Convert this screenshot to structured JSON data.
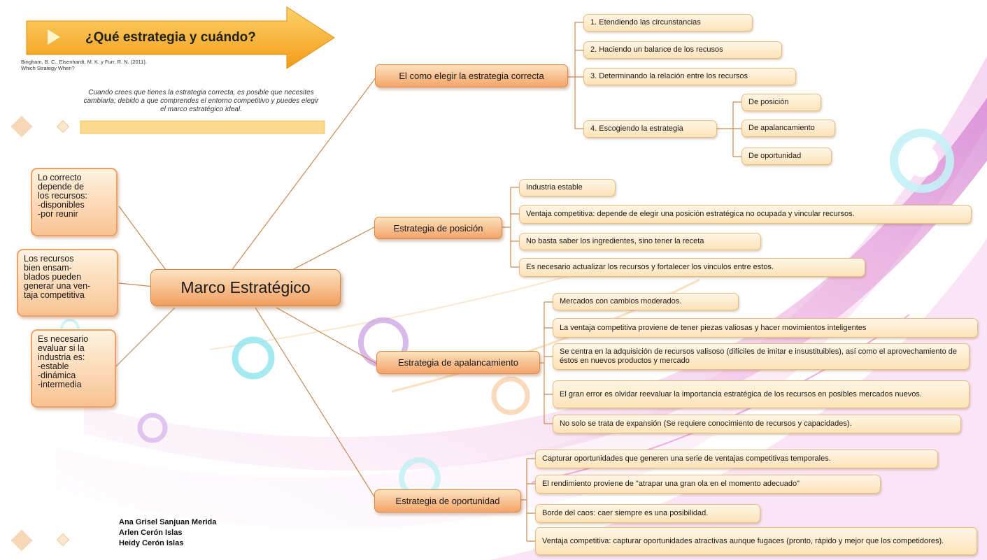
{
  "title": "¿Qué estrategia y cuándo?",
  "citation": "Bingham, B. C., Eisenhardt,  M. K. y Furr, R. N. (2011). Which Strategy When?",
  "quote": "Cuando crees que tienes la estrategia correcta, es posible que necesites cambiarla; debido a que comprendes el entorno competitivo y puedes elegir el marco estratégico ideal.",
  "central": "Marco Estratégico",
  "side_notes": [
    [
      "Lo correcto",
      "depende de",
      "los recursos:",
      "-disponibles",
      "-por reunir"
    ],
    [
      "Los recursos",
      "bien ensam-",
      "blados pueden",
      "generar una ven-",
      "taja competitiva"
    ],
    [
      "Es necesario",
      "evaluar si la",
      "industria es:",
      "-estable",
      "-dinámica",
      "-intermedia"
    ]
  ],
  "branches": [
    {
      "label": "El como elegir la estrategia correcta",
      "items": [
        "1. Etendiendo las circunstancias",
        "2. Haciendo un balance de los recusos",
        "3. Determinando la relación entre los recursos",
        "4. Escogiendo la estrategia"
      ],
      "subitems": [
        "De posición",
        "De apalancamiento",
        "De oportunidad"
      ]
    },
    {
      "label": "Estrategia de posición",
      "items": [
        "Industria estable",
        "Ventaja competitiva: depende de elegir una posición estratégica no ocupada y vincular recursos.",
        "No basta saber los ingredientes, sino tener la receta",
        "Es necesario actualizar los recursos y fortalecer los vinculos entre estos."
      ]
    },
    {
      "label": "Estrategia de apalancamiento",
      "items": [
        "Mercados con cambios moderados.",
        "La ventaja competitiva proviene de tener piezas valiosas y hacer movimientos inteligentes",
        "Se centra en la adquisición de recursos valisoso (difíciles de imitar e insustituibles), así como el aprovechamiento de éstos en nuevos productos y mercado",
        "El gran error es olvidar reevaluar la importancia estratégica de los recursos en posibles mercados nuevos.",
        "No solo se trata de expansión (Se requiere conocimiento de recursos y capacidades)."
      ]
    },
    {
      "label": "Estrategia de oportunidad",
      "items": [
        "Capturar oportunidades que generen una serie de ventajas competitivas temporales.",
        "El rendimiento proviene de \"atrapar una gran ola en el momento adecuado\"",
        "Borde del caos: caer siempre es una posibilidad.",
        "Ventaja competitiva: capturar oportunidades atractivas aunque fugaces (pronto, rápido y mejor que los competidores)."
      ]
    }
  ],
  "authors": [
    "Ana Grisel Sanjuan Merida",
    "Arlen Cerón Islas",
    "Heidy Cerón Islas"
  ],
  "colors": {
    "banner_orange": "#f5a623",
    "box_fill": "#fde3b8",
    "box_border": "#e9bd82",
    "branch_fill": "#f4a46a",
    "connector": "#c98a55",
    "swoosh_pink": "#e39bd8",
    "ring_cyan": "#7fdfe8"
  }
}
